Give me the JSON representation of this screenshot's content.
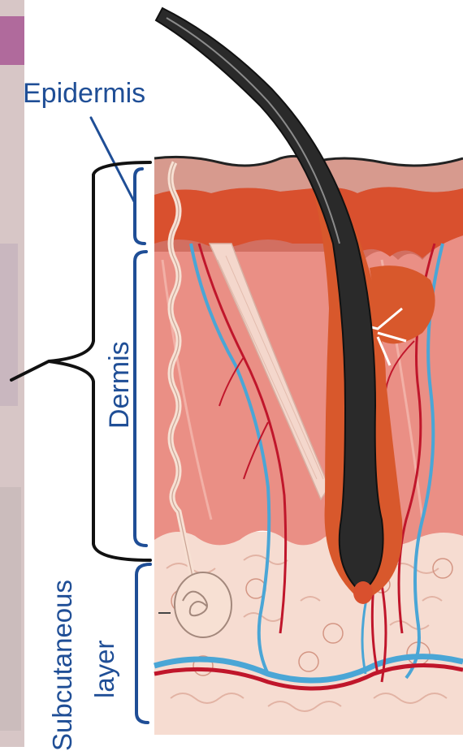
{
  "labels": {
    "epidermis": "Epidermis",
    "dermis": "Dermis",
    "subcutaneous_line1": "Subcutaneous",
    "subcutaneous_line2": "layer"
  },
  "colors": {
    "label_blue": "#1f4e96",
    "bracket_black": "#111111",
    "epidermis_pink": "#d99a8e",
    "epidermis_red": "#d9502e",
    "dermis_pink": "#e88a80",
    "subcutaneous_cream": "#f7ddd3",
    "hair_black": "#2a2a2a",
    "follicle_orange": "#d8582c",
    "vessel_red": "#c0162b",
    "vessel_blue": "#4aa6d6"
  }
}
